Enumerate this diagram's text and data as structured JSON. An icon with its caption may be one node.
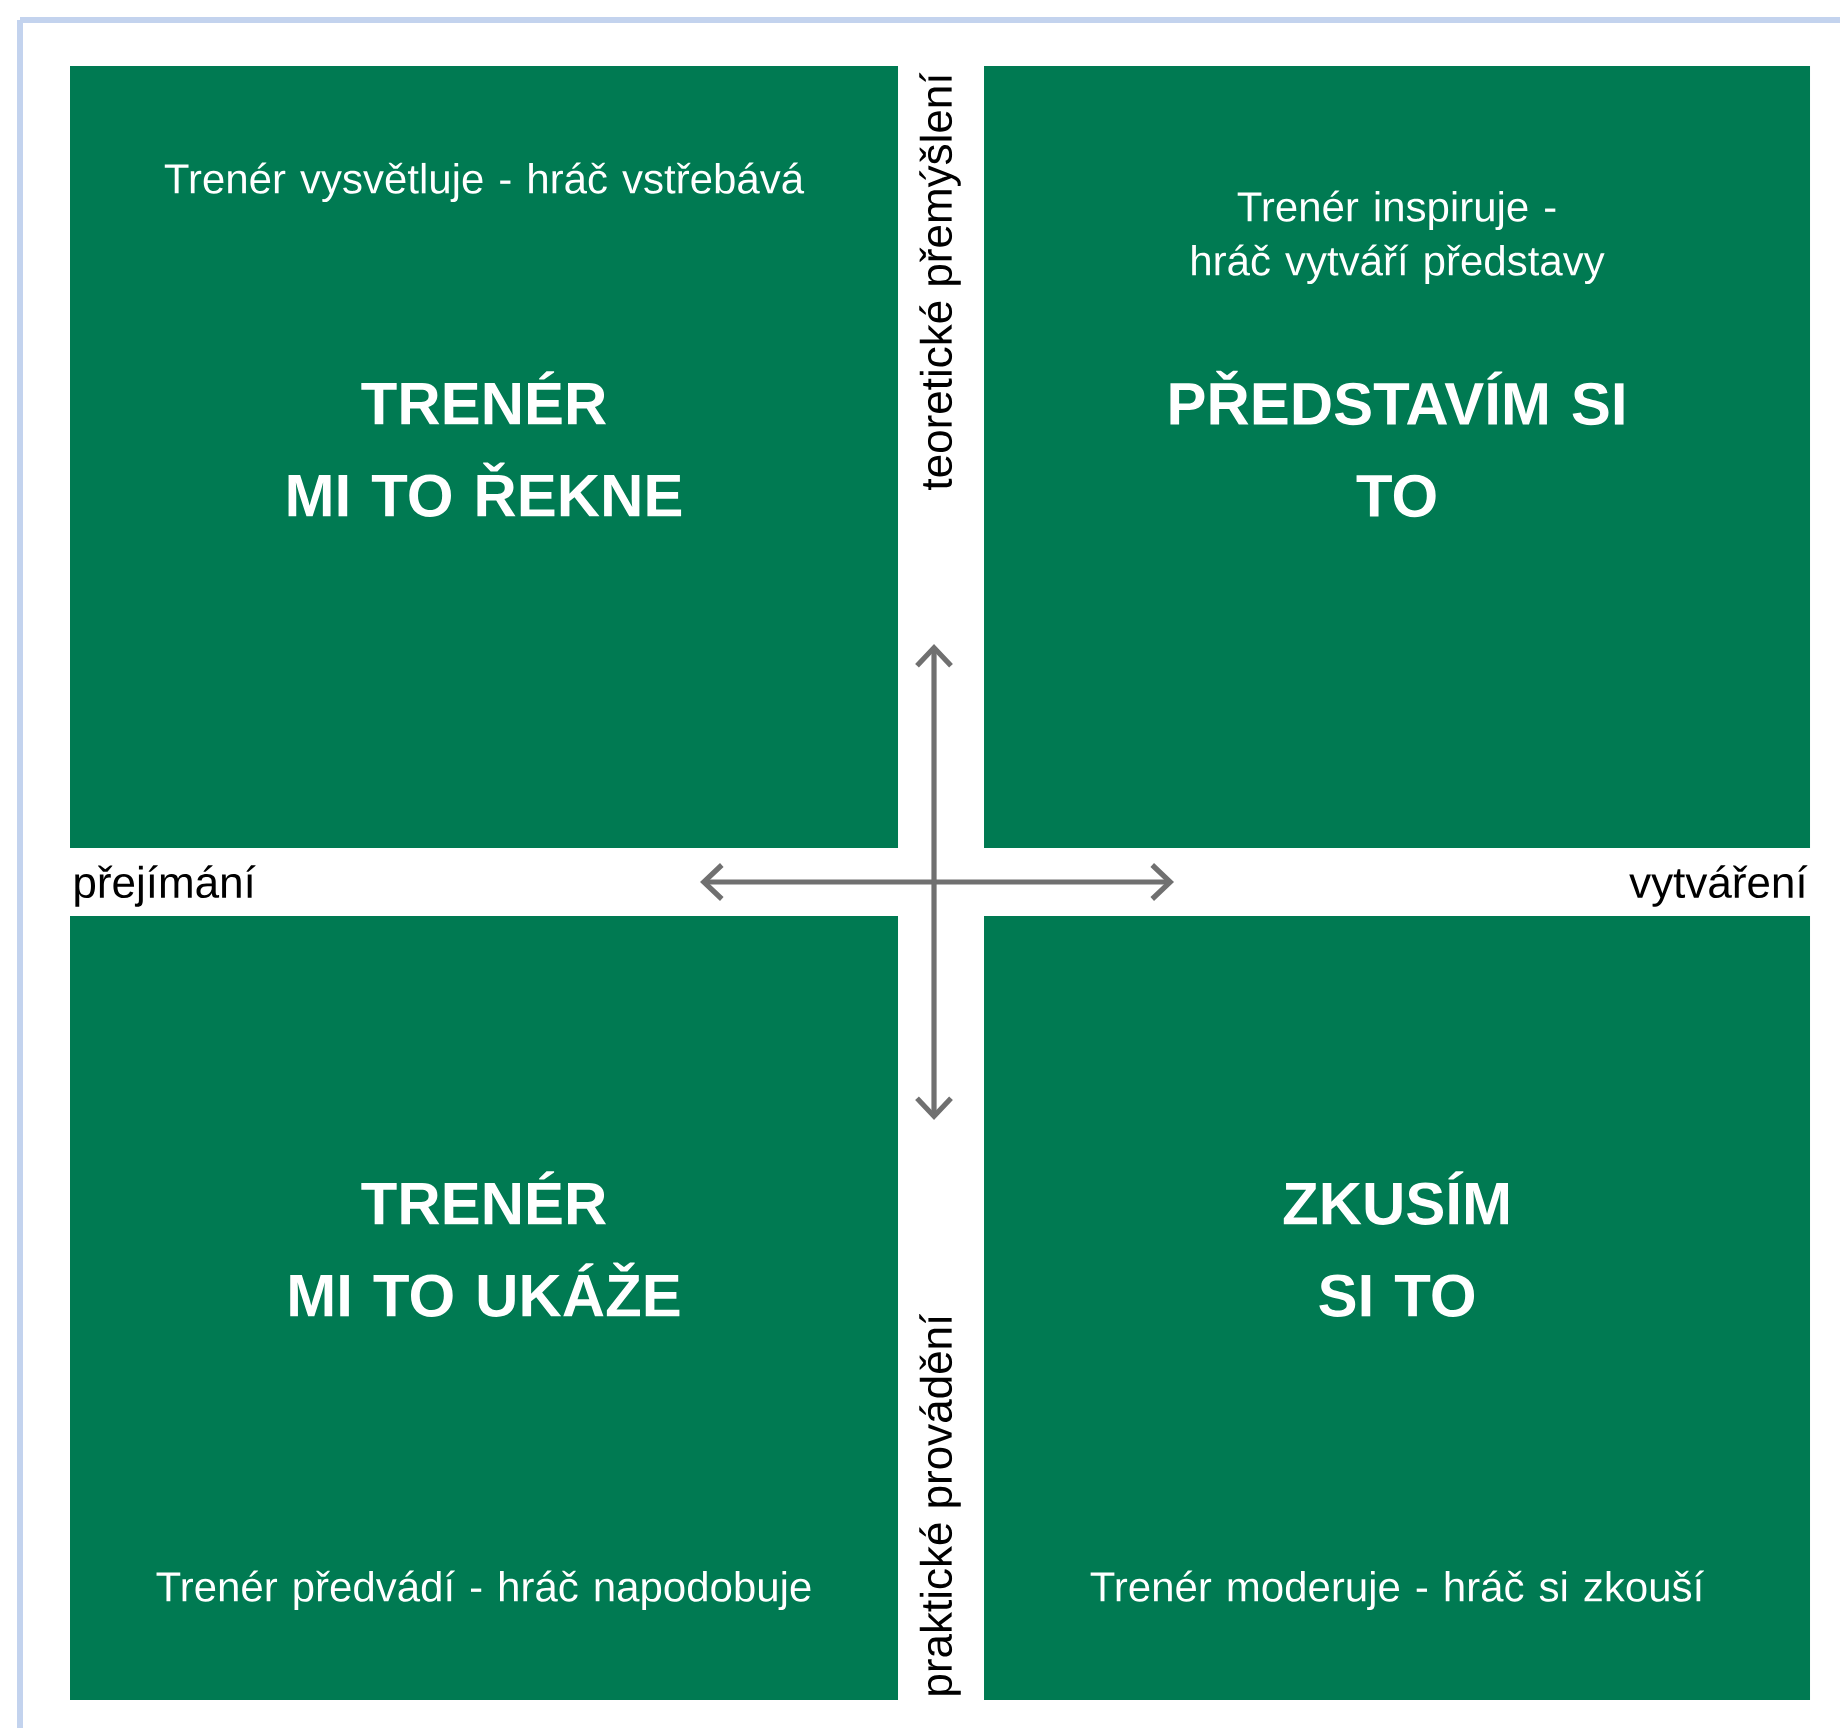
{
  "diagram": {
    "nodes": [
      {
        "text": [
          "Trenér vysvětluje - hráč vstřebává",
          "TRENÉR MI TO ŘEKNE"
        ]
      },
      {
        "text": [
          "Trenér inspiruje - hráč vytváří představy",
          "PŘEDSTAVÍM SI TO"
        ]
      },
      {
        "text": [
          "TRENÉR MI TO UKÁŽE",
          "Trenér předvádí - hráč napodobuje"
        ]
      },
      {
        "text": [
          "ZKUSÍM SI TO",
          "Trenér moderuje - hráč si zkouší"
        ]
      }
    ],
    "edges": [],
    "labels": [
      "teoretické přemýšlení",
      "přejímání",
      "vytváření",
      "praktické provádění"
    ]
  }
}
